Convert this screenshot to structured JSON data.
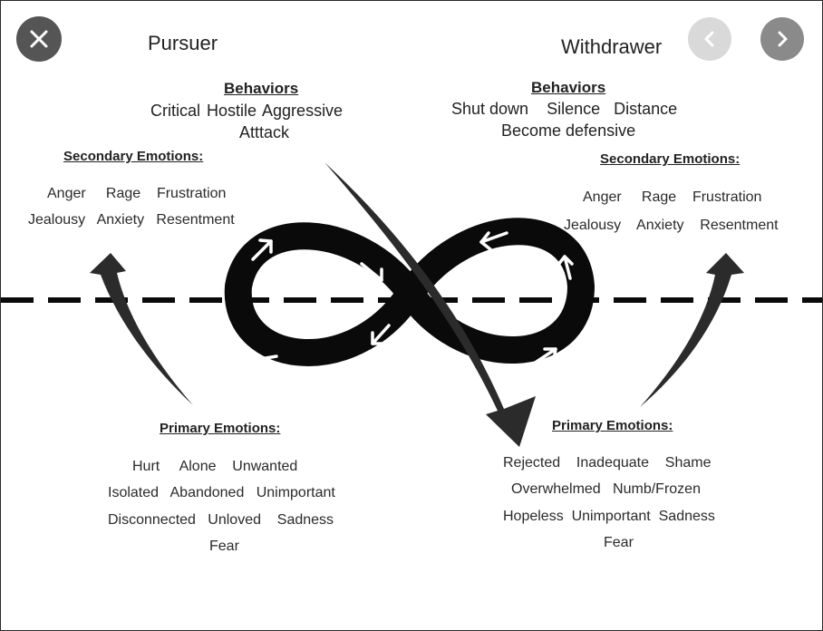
{
  "controls": {
    "close_icon": "close-icon",
    "prev_icon": "chevron-left-icon",
    "next_icon": "chevron-right-icon"
  },
  "pursuer": {
    "title": "Pursuer",
    "behaviors_heading": "Behaviors",
    "behaviors_line1": "Critical   Hostile   Aggressive",
    "behaviors_line2": "Atttack",
    "secondary_heading": "Secondary Emotions:",
    "secondary_line1": "Anger     Rage    Frustration",
    "secondary_line2": "Jealousy   Anxiety   Resentment",
    "primary_heading": "Primary Emotions:",
    "primary_line1": "Hurt     Alone    Unwanted",
    "primary_line2": "Isolated   Abandoned   Unimportant",
    "primary_line3": "Disconnected   Unloved    Sadness",
    "primary_line4": "Fear"
  },
  "withdrawer": {
    "title": "Withdrawer",
    "behaviors_heading": "Behaviors",
    "behaviors_line1": "Shut down    Silence   Distance",
    "behaviors_line2": "Become defensive",
    "secondary_heading": "Secondary Emotions:",
    "secondary_line1": "Anger     Rage    Frustration",
    "secondary_line2": "Jealousy    Anxiety    Resentment",
    "primary_heading": "Primary Emotions:",
    "primary_line1": "Rejected    Inadequate    Shame",
    "primary_line2": "Overwhelmed   Numb/Frozen",
    "primary_line3": "Hopeless  Unimportant  Sadness",
    "primary_line4": "Fear"
  },
  "colors": {
    "loop": "#0a0a0a",
    "arrow": "#2b2b2b",
    "close_button_bg": "#555555",
    "prev_button_bg": "#d9d9d9",
    "next_button_bg": "#8a8a8a"
  }
}
